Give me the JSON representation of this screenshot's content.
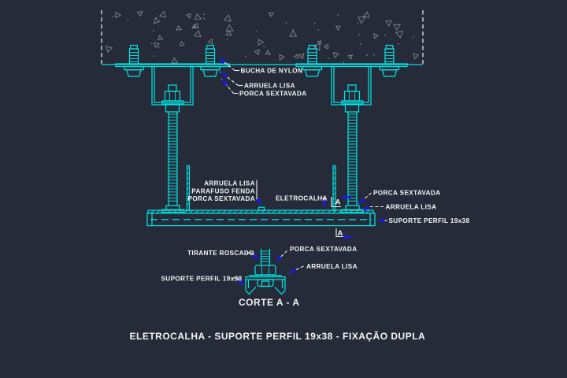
{
  "drawing_title": "ELETROCALHA - SUPORTE PERFIL 19x38 - FIXAÇÃO DUPLA",
  "section_title": "CORTE A - A",
  "section_markers": {
    "top": "A",
    "bottom": "A"
  },
  "callouts": {
    "bucha_nylon": "BUCHA DE NYLON",
    "arruela_top": "ARRUELA LISA",
    "porca_top": "PORCA SEXTAVADA",
    "arruela_mid": "ARRUELA LISA",
    "parafuso_fenda": "PARAFUSO FENDA",
    "porca_mid": "PORCA SEXTAVADA",
    "eletrocalha": "ELETROCALHA",
    "porca_right": "PORCA SEXTAVADA",
    "arruela_right": "ARRUELA LISA",
    "suporte_right": "SUPORTE PERFIL 19x38",
    "tirante_roscado": "TIRANTE ROSCADO",
    "porca_corte": "PORCA SEXTAVADA",
    "arruela_corte": "ARRUELA LISA",
    "suporte_corte": "SUPORTE PERFIL 19x38"
  },
  "colors": {
    "background": "#252b38",
    "line": "#00e2e2",
    "text": "#f4f4f4",
    "arrow": "#1a1ae0",
    "hatch": "#8f949c"
  }
}
